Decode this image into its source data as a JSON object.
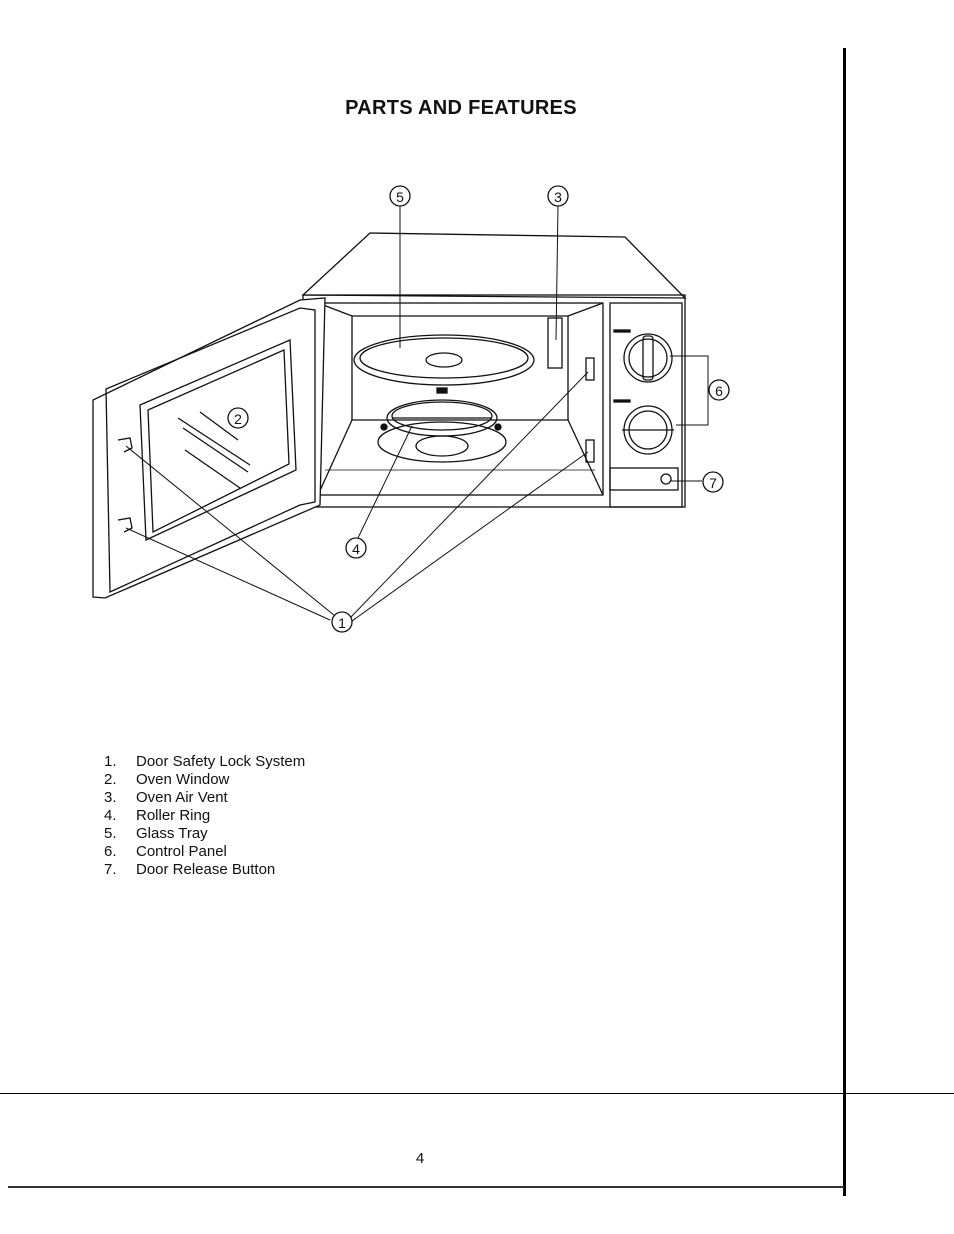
{
  "page": {
    "title": "PARTS AND FEATURES",
    "page_number": "4"
  },
  "callouts": [
    "1",
    "2",
    "3",
    "4",
    "5",
    "6",
    "7"
  ],
  "parts": [
    {
      "num": "1.",
      "label": "Door Safety Lock System"
    },
    {
      "num": "2.",
      "label": "Oven Window"
    },
    {
      "num": "3.",
      "label": "Oven Air Vent"
    },
    {
      "num": "4.",
      "label": "Roller Ring"
    },
    {
      "num": "5.",
      "label": "Glass Tray"
    },
    {
      "num": "6.",
      "label": "Control Panel"
    },
    {
      "num": "7.",
      "label": "Door Release Button"
    }
  ]
}
